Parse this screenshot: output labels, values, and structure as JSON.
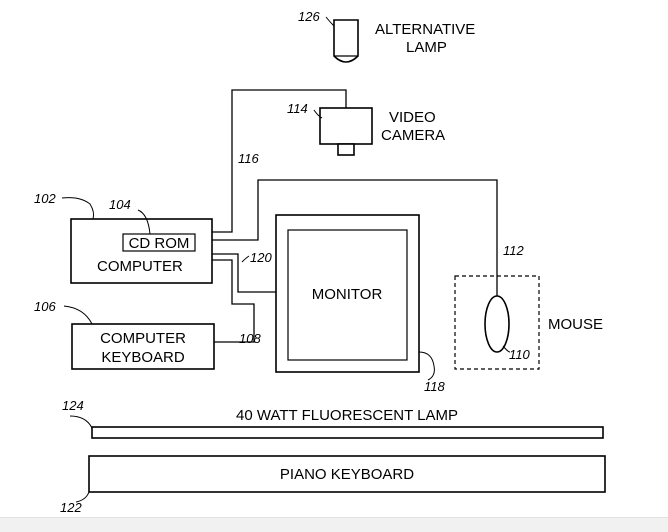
{
  "labels": {
    "alternative_lamp_line1": "ALTERNATIVE",
    "alternative_lamp_line2": "LAMP",
    "video_camera_line1": "VIDEO",
    "video_camera_line2": "CAMERA",
    "cd_rom": "CD ROM",
    "computer": "COMPUTER",
    "computer_keyboard_line1": "COMPUTER",
    "computer_keyboard_line2": "KEYBOARD",
    "monitor": "MONITOR",
    "mouse": "MOUSE",
    "fluorescent_lamp": "40 WATT FLUORESCENT LAMP",
    "piano_keyboard": "PIANO KEYBOARD"
  },
  "refs": {
    "computer": "102",
    "cd_rom": "104",
    "computer_keyboard": "106",
    "keyboard_cable": "108",
    "mouse": "110",
    "mouse_cable": "112",
    "video_camera": "114",
    "camera_cable": "116",
    "monitor": "118",
    "monitor_cable": "120",
    "piano_keyboard": "122",
    "fluorescent_lamp": "124",
    "alternative_lamp": "126"
  }
}
